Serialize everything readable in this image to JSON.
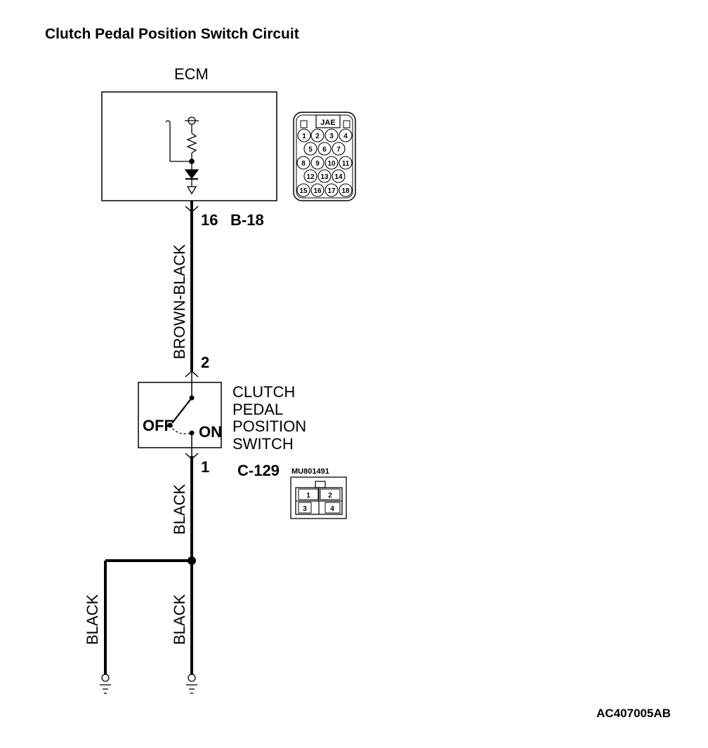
{
  "title": "Clutch Pedal Position Switch Circuit",
  "ecm": {
    "label": "ECM",
    "pin": "16",
    "connector": "B-18",
    "connector_type": "JAE",
    "connector_pins": [
      "1",
      "2",
      "3",
      "4",
      "5",
      "6",
      "7",
      "8",
      "9",
      "10",
      "11",
      "12",
      "13",
      "14",
      "15",
      "16",
      "17",
      "18"
    ]
  },
  "wires": {
    "ecm_to_switch": "BROWN-BLACK",
    "switch_to_junction": "BLACK",
    "junction_to_ground_left": "BLACK",
    "junction_to_ground_right": "BLACK"
  },
  "switch": {
    "label_lines": [
      "CLUTCH",
      "PEDAL",
      "POSITION",
      "SWITCH"
    ],
    "pin_top": "2",
    "pin_bottom": "1",
    "off_label": "OFF",
    "on_label": "ON",
    "connector": "C-129",
    "connector_part": "MU801491",
    "connector_pins": [
      "1",
      "2",
      "3",
      "4"
    ]
  },
  "reference_code": "AC407005AB"
}
